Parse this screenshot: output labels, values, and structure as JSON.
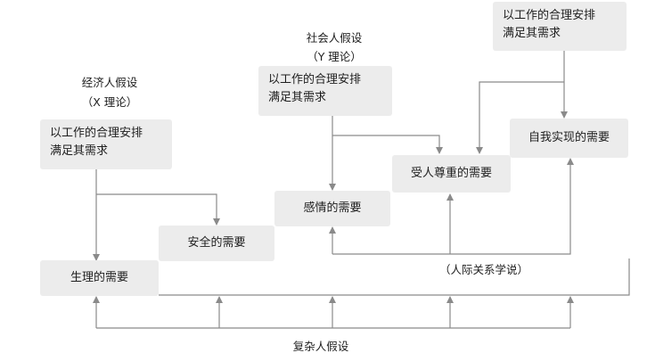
{
  "theories": {
    "economic": {
      "title": "经济人假设",
      "subtitle": "（X 理论）"
    },
    "social": {
      "title": "社会人假设",
      "subtitle": "（Y 理论）"
    }
  },
  "strategy_boxes": {
    "economic": {
      "line1": "以工作的合理安排",
      "line2": "满足其需求"
    },
    "social": {
      "line1": "以工作的合理安排",
      "line2": "满足其需求"
    },
    "self_actualizing": {
      "line1": "以工作的合理安排",
      "line2": "满足其需求"
    }
  },
  "needs": {
    "physiological": "生理的需要",
    "safety": "安全的需要",
    "affection": "感情的需要",
    "esteem": "受人尊重的需要",
    "self_actualization": "自我实现的需要"
  },
  "labels": {
    "human_relations": "（人际关系学说）",
    "complex_man": "复杂人假设"
  },
  "colors": {
    "box_fill": "#ececec",
    "line": "#8a8a8a",
    "text": "#1e1e1e",
    "background": "#ffffff"
  }
}
